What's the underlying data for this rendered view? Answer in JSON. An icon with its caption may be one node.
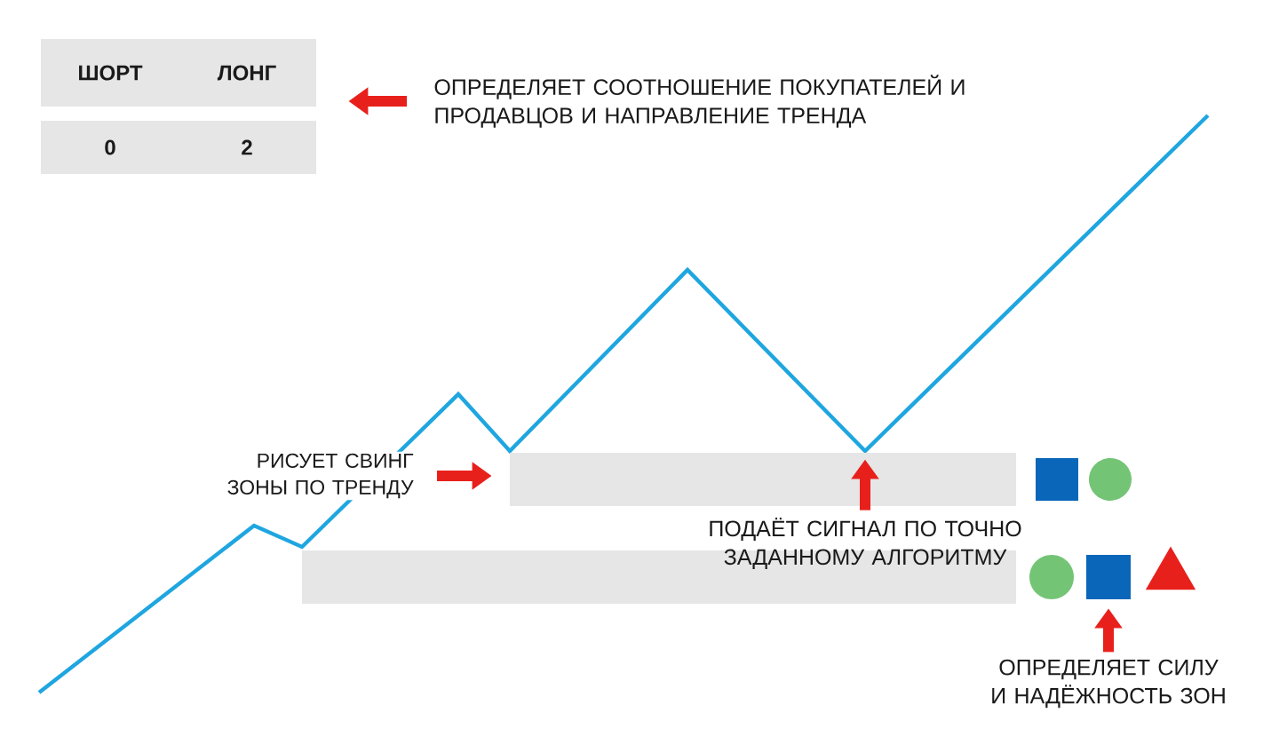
{
  "diagram": {
    "nodes": [
      {
        "text": [
          "ШОРТ"
        ]
      },
      {
        "text": [
          "ЛОНГ"
        ]
      },
      {
        "text": [
          "0"
        ]
      },
      {
        "text": [
          "2"
        ]
      },
      {
        "text": [
          "ОПРЕДЕЛЯЕТ СООТНОШЕНИЕ ПОКУПАТЕЛЕЙ И ПРОДАВЦОВ И НАПРАВЛЕНИЕ ТРЕНДА"
        ]
      },
      {
        "text": [
          "РИСУЕТ СВИНГ ЗОНЫ ПО ТРЕНДУ"
        ]
      },
      {
        "text": [],
        "shape": "bar"
      },
      {
        "text": [],
        "shape": "bar"
      },
      {
        "text": [
          "ПОДАЁТ СИГНАЛ ПО ТОЧНО ЗАДАННОМУ АЛГОРИТМУ"
        ]
      },
      {
        "text": [],
        "shape": "square"
      },
      {
        "text": [],
        "shape": "circle"
      },
      {
        "text": [],
        "shape": "circle"
      },
      {
        "text": [],
        "shape": "square"
      },
      {
        "text": [],
        "shape": "triangle"
      },
      {
        "text": [
          "ОПРЕДЕЛЯЕТ СИЛУ И НАДЁЖНОСТЬ ЗОН"
        ]
      }
    ],
    "edges": [
      {
        "from": 4,
        "to": 1,
        "arrow": "to"
      },
      {
        "from": 5,
        "to": 6,
        "arrow": "to"
      },
      {
        "from": 8,
        "to": 6,
        "arrow": "to"
      },
      {
        "from": 14,
        "to": 12,
        "arrow": "to"
      }
    ]
  }
}
